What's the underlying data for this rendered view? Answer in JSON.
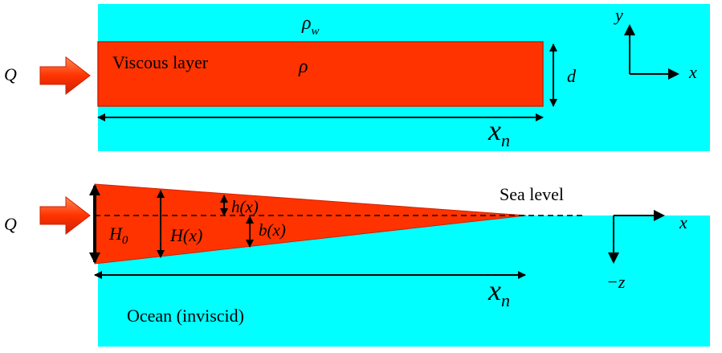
{
  "colors": {
    "water": "#00ffff",
    "layer": "#ff3300",
    "layer_border": "#cc2200",
    "ink": "#000000"
  },
  "top_view": {
    "flux_label": "Q",
    "layer_label": "Viscous layer",
    "water_density": "ρ",
    "water_density_sub": "w",
    "layer_density": "ρ",
    "width_label": "d",
    "length_label": "x",
    "length_sub": "n",
    "axis_y": "y",
    "axis_x": "x"
  },
  "side_view": {
    "flux_label": "Q",
    "sea_level": "Sea level",
    "thickness_inlet": "H",
    "thickness_inlet_sub": "0",
    "thickness": "H(x)",
    "freeboard": "h(x)",
    "draft": "b(x)",
    "length_label": "x",
    "length_sub": "n",
    "ocean_label": "Ocean (inviscid)",
    "axis_x": "x",
    "axis_z": "−z"
  }
}
